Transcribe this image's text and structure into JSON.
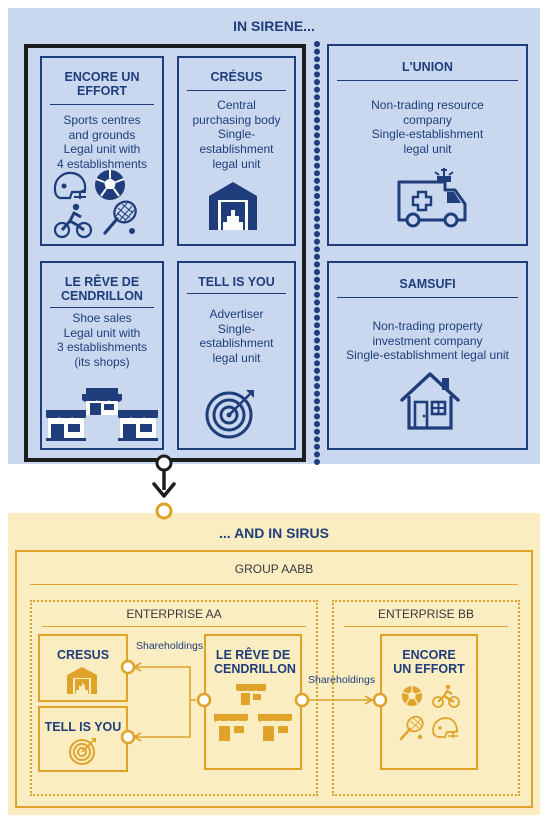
{
  "sirene": {
    "title": "IN SIRENE...",
    "units": [
      {
        "name": "ENCORE UN EFFORT",
        "desc": "Sports centres\nand grounds\nLegal unit with\n4 establishments",
        "icons": [
          "football-helmet-icon",
          "soccer-ball-icon",
          "cyclist-icon",
          "tennis-racket-icon"
        ]
      },
      {
        "name": "CRÉSUS",
        "desc": "Central\npurchasing body\nSingle-\nestablishment\nlegal unit",
        "icons": [
          "warehouse-icon"
        ]
      },
      {
        "name": "LE RÊVE DE CENDRILLON",
        "desc": "Shoe sales\nLegal unit with\n3 establishments\n(its shops)",
        "icons": [
          "shop-icon"
        ]
      },
      {
        "name": "TELL IS YOU",
        "desc": "Advertiser\nSingle-\nestablishment\nlegal unit",
        "icons": [
          "target-icon"
        ]
      },
      {
        "name": "L'UNION",
        "desc": "Non-trading resource\ncompany\nSingle-establishment\nlegal unit",
        "icons": [
          "ambulance-icon"
        ]
      },
      {
        "name": "SAMSUFI",
        "desc": "Non-trading property\ninvestment company\nSingle-establishment legal unit",
        "icons": [
          "house-icon"
        ]
      }
    ]
  },
  "sirus": {
    "title": "... AND IN SIRUS",
    "group": "GROUP AABB",
    "enterprise_aa": {
      "label": "ENTERPRISE AA",
      "cresus": "CRESUS",
      "tell": "TELL IS YOU",
      "reve": "LE RÊVE DE CENDRILLON"
    },
    "enterprise_bb": {
      "label": "ENTERPRISE BB",
      "effort": "ENCORE UN EFFORT"
    },
    "shareholdings_1": "Shareholdings",
    "shareholdings_2": "Shareholdings"
  },
  "colors": {
    "navy": "#1f3d7a",
    "sirene_bg": "#c9d8ef",
    "sirus_bg": "#fbedc2",
    "gold": "#e0a32a",
    "dark": "#1d1d1d"
  }
}
